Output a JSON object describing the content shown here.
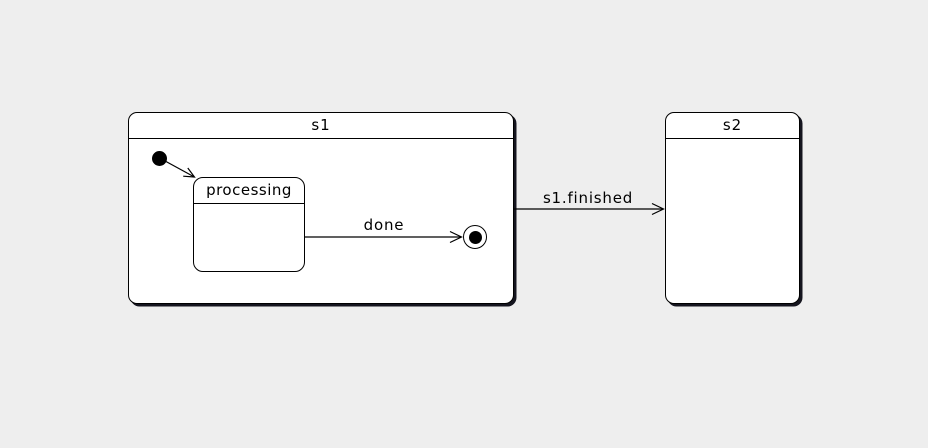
{
  "diagram": {
    "type": "uml-state-machine",
    "colors": {
      "background": "#eeeeee",
      "state_fill": "#ffffff",
      "stroke": "#000000",
      "shadow": "#15151f"
    },
    "states": [
      {
        "id": "s1",
        "label": "s1",
        "kind": "composite-state"
      },
      {
        "id": "s2",
        "label": "s2",
        "kind": "simple-state"
      }
    ],
    "substates": [
      {
        "id": "processing",
        "label": "processing",
        "parent": "s1"
      }
    ],
    "markers": [
      {
        "id": "initial",
        "kind": "initial-state",
        "parent": "s1"
      },
      {
        "id": "final",
        "kind": "final-state",
        "parent": "s1"
      }
    ],
    "transitions": [
      {
        "from": "initial",
        "to": "processing",
        "label": ""
      },
      {
        "from": "processing",
        "to": "final",
        "label": "done"
      },
      {
        "from": "s1",
        "to": "s2",
        "label": "s1.finished"
      }
    ]
  }
}
